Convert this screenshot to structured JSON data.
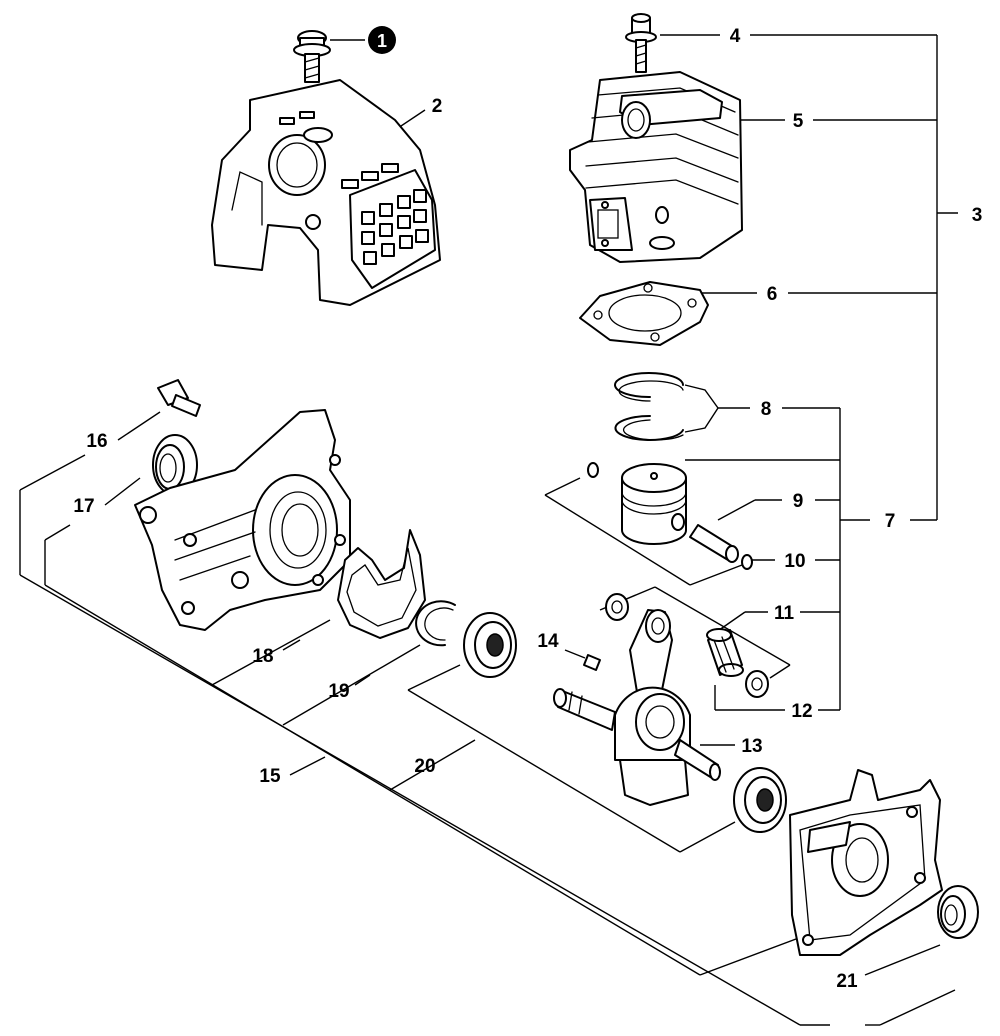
{
  "badge": {
    "label": "1",
    "fill": "#000000"
  },
  "labels": {
    "p2": "2",
    "p3": "3",
    "p4": "4",
    "p5": "5",
    "p6": "6",
    "p7": "7",
    "p8": "8",
    "p9": "9",
    "p10": "10",
    "p11": "11",
    "p12": "12",
    "p13": "13",
    "p14": "14",
    "p15": "15",
    "p16": "16",
    "p17": "17",
    "p18": "18",
    "p19": "19",
    "p20": "20",
    "p21": "21"
  },
  "icons": [
    "screw-icon",
    "engine-cover-icon",
    "cylinder-bolt-icon",
    "cylinder-icon",
    "gasket-icon",
    "piston-ring-icon",
    "piston-icon",
    "piston-pin-icon",
    "circlip-icon",
    "crankshaft-icon",
    "needle-bearing-icon",
    "washer-icon",
    "key-icon",
    "crankcase-icon",
    "oil-seal-icon",
    "bearing-icon",
    "crankcase-gasket-icon",
    "snap-ring-icon",
    "bolt-icon"
  ],
  "colors": {
    "ink": "#000000",
    "paper": "#ffffff"
  }
}
